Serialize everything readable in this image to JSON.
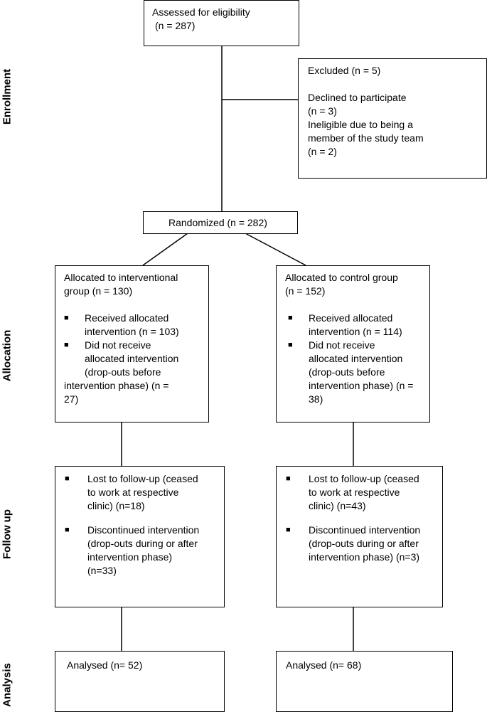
{
  "phases": {
    "enrollment": "Enrollment",
    "allocation": "Allocation",
    "follow_up": "Follow up",
    "analysis": "Analysis"
  },
  "assessed": {
    "line1": "Assessed for eligibility",
    "line2": "(n = 287)"
  },
  "excluded": {
    "title": "Excluded (n = 5)",
    "declined": "Declined to participate",
    "declined_n": "(n = 3)",
    "ineligible_1": "Ineligible due to being a",
    "ineligible_2": "member of the study team",
    "ineligible_n": "(n = 2)"
  },
  "randomized": "Randomized (n = 282)",
  "intervention": {
    "allocation_title_1": "Allocated to interventional",
    "allocation_title_2": "group (n = 130)",
    "received_1": "Received allocated",
    "received_2": "intervention (n = 103)",
    "not_received_1": "Did not receive",
    "not_received_2": "allocated intervention",
    "not_received_3": "(drop-outs before",
    "not_received_4": "intervention phase) (n =",
    "not_received_5": "27)",
    "lost_1": "Lost to follow-up (ceased",
    "lost_2": "to work at respective",
    "lost_3": "clinic) (n=18)",
    "discontinued_1": "Discontinued intervention",
    "discontinued_2": "(drop-outs during or after",
    "discontinued_3": "intervention phase)",
    "discontinued_4": "(n=33)",
    "analysed": "Analysed (n= 52)"
  },
  "control": {
    "allocation_title_1": "Allocated to control group",
    "allocation_title_2": "(n = 152)",
    "received_1": "Received allocated",
    "received_2": "intervention (n = 114)",
    "not_received_1": "Did not receive",
    "not_received_2": "allocated intervention",
    "not_received_3": "(drop-outs before",
    "not_received_4": "intervention phase) (n =",
    "not_received_5": "38)",
    "lost_1": "Lost to follow-up (ceased",
    "lost_2": "to work at respective",
    "lost_3": "clinic) (n=43)",
    "discontinued_1": "Discontinued intervention",
    "discontinued_2": "(drop-outs during or after",
    "discontinued_3": "intervention phase) (n=3)",
    "analysed": "Analysed (n= 68)"
  },
  "bullet": "■"
}
